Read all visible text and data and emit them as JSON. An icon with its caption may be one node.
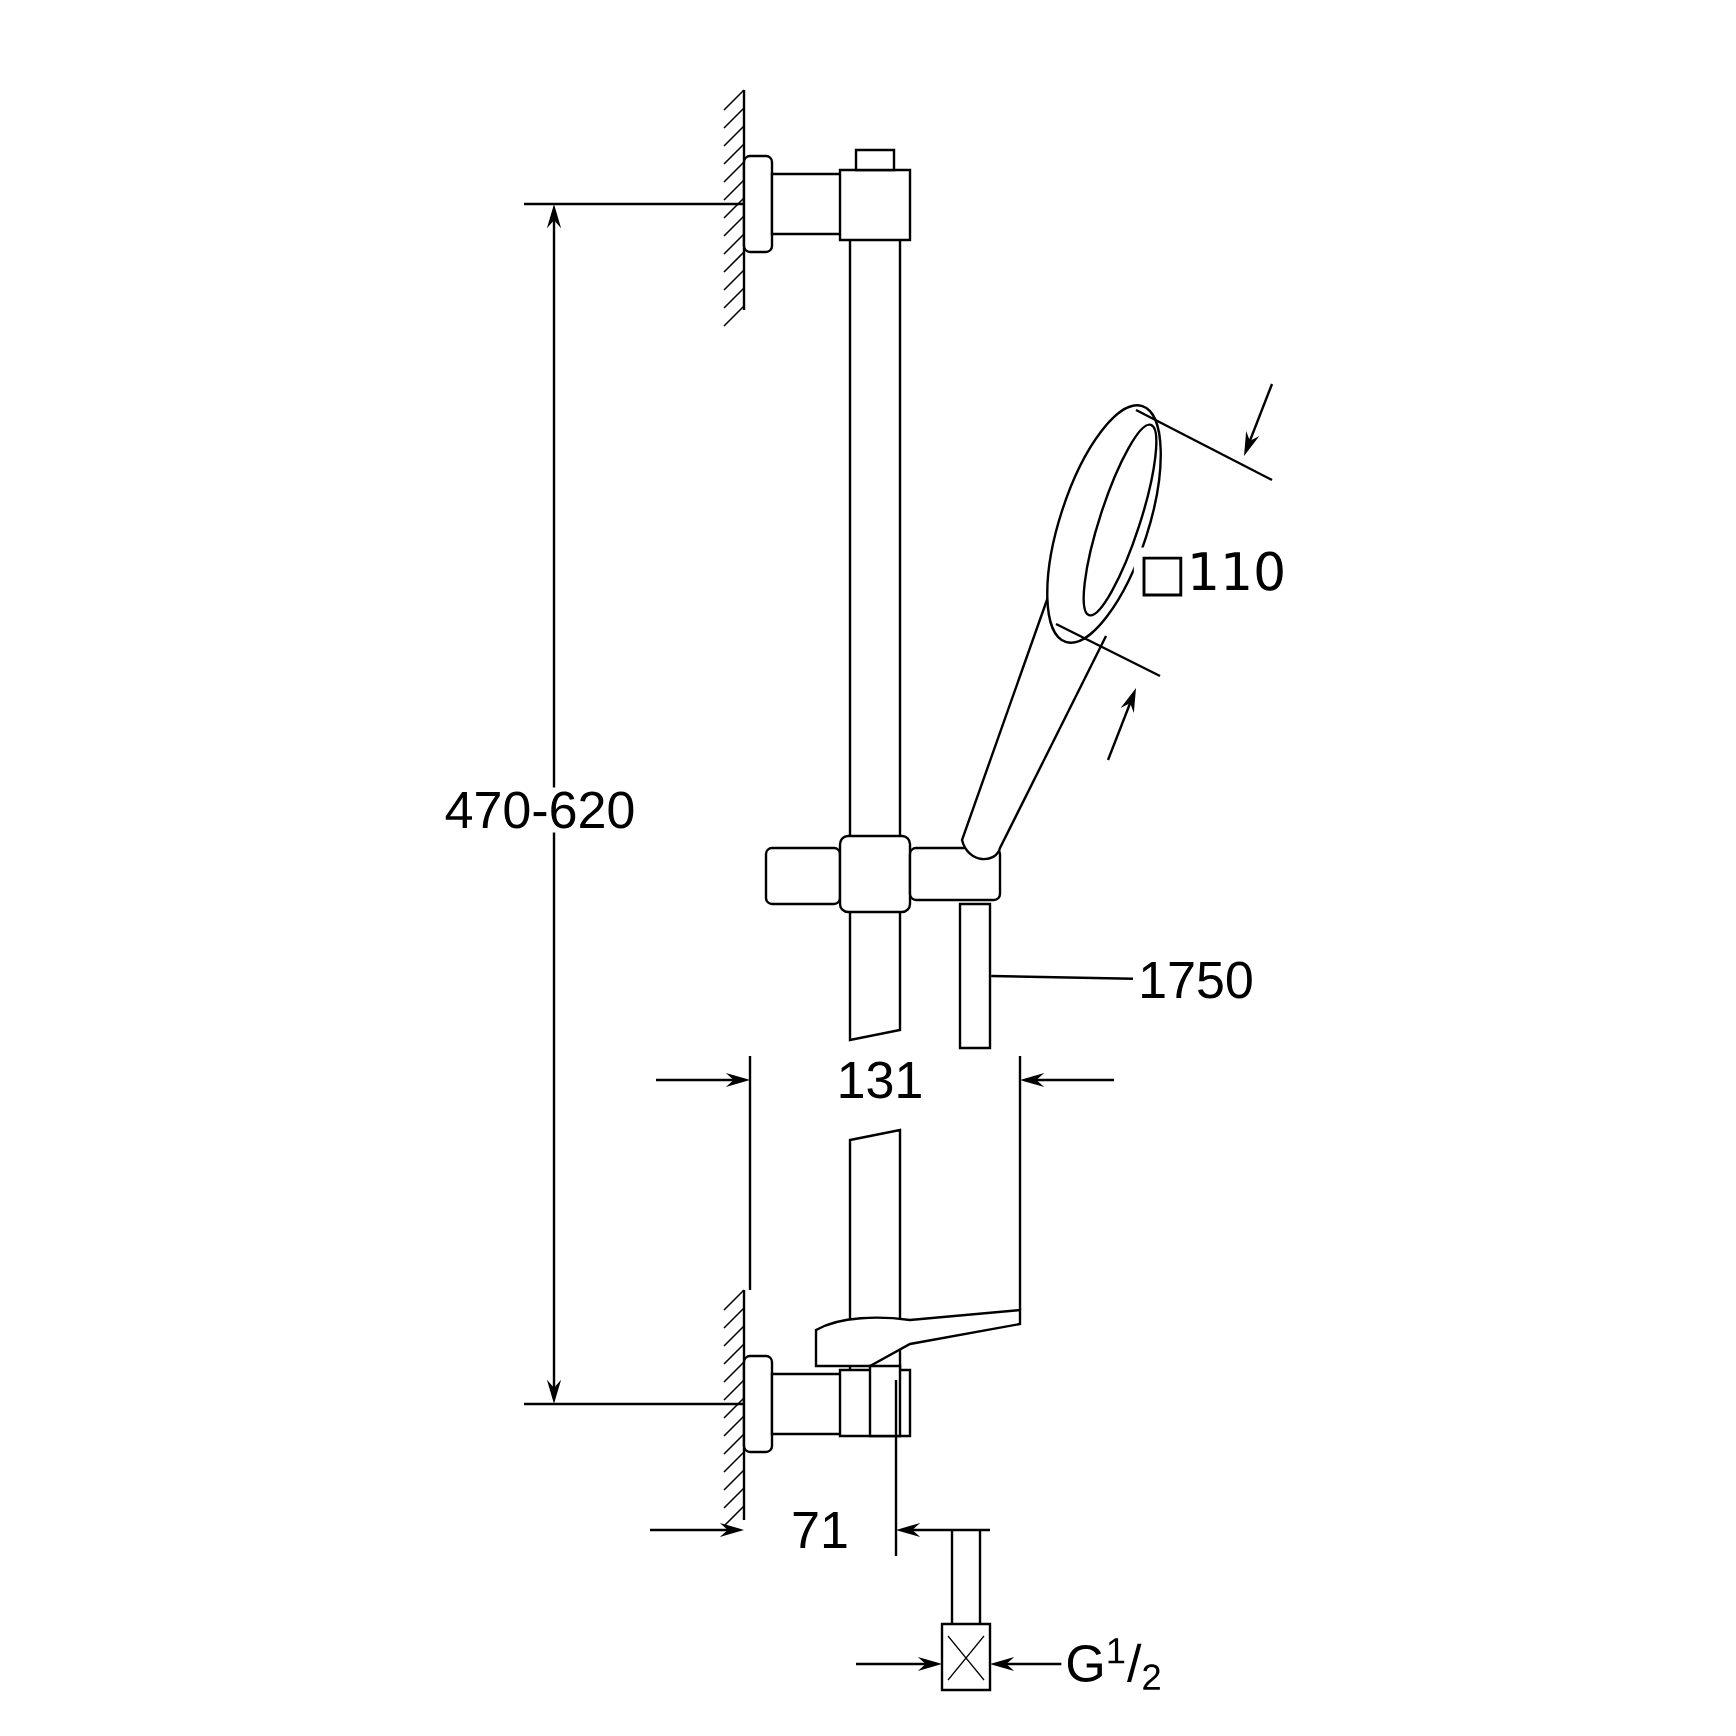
{
  "diagram": {
    "nodes": [
      {
        "text": [
          "1750"
        ]
      },
      {
        "text": [],
        "shape": "bar"
      }
    ],
    "edges": [
      {
        "from": 0,
        "to": 1,
        "arrow": "none"
      }
    ],
    "labels": [
      "470-620",
      "□110",
      "131",
      "71",
      "G$^{1}$/$_{2}$"
    ]
  }
}
